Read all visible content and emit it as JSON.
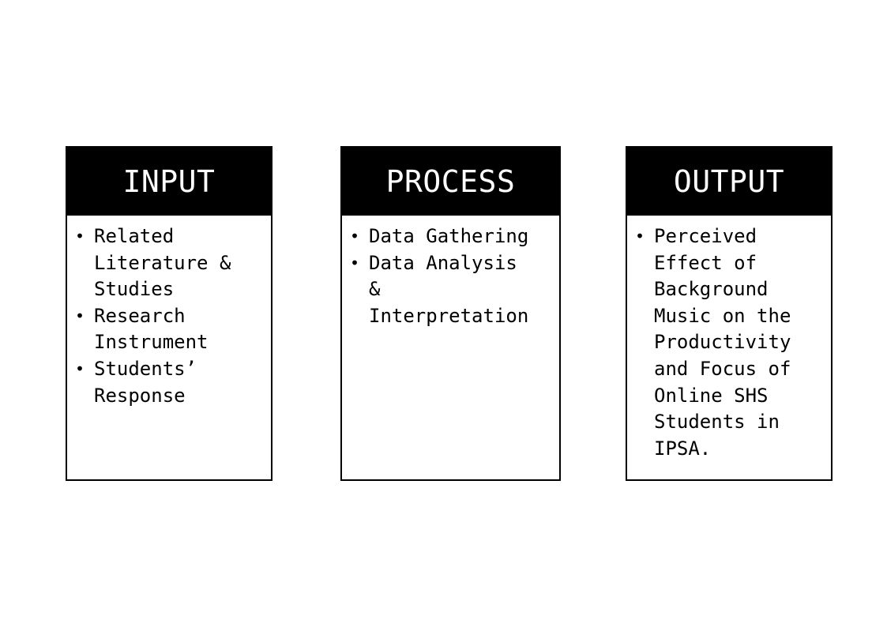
{
  "diagram": {
    "boxes": [
      {
        "title": "INPUT",
        "items": [
          "Related\nLiterature &\nStudies",
          "Research\nInstrument",
          "Students’\nResponse"
        ]
      },
      {
        "title": "PROCESS",
        "items": [
          "Data Gathering",
          "Data Analysis\n&\nInterpretation"
        ]
      },
      {
        "title": "OUTPUT",
        "items": [
          "Perceived\nEffect of\nBackground\nMusic on the\nProductivity\nand Focus of\nOnline SHS\nStudents in\nIPSA."
        ]
      }
    ],
    "bullet": "•"
  }
}
